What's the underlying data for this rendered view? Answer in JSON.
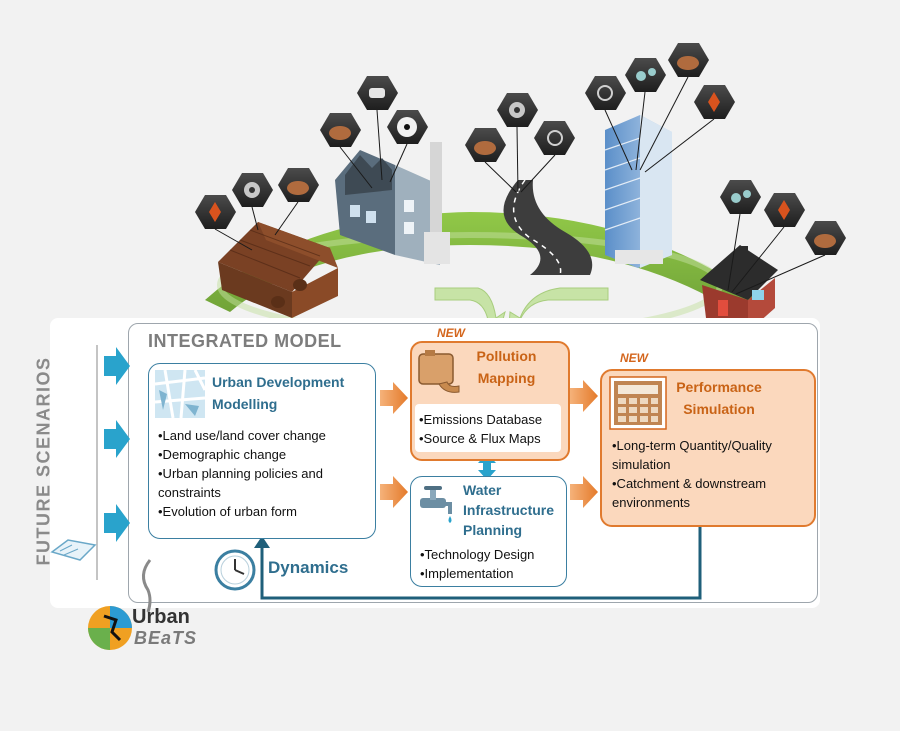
{
  "header": {
    "title": "INTEGRATED MODEL"
  },
  "side": {
    "label": "FUTURE SCENARIOS"
  },
  "tags": {
    "new_pollution": "NEW",
    "new_performance": "NEW"
  },
  "urban_dev": {
    "title_line1": "Urban Development",
    "title_line2": "Modelling",
    "bullets": [
      "•Land use/land cover change",
      "•Demographic change",
      "•Urban planning policies and",
      "constraints",
      "•Evolution of urban form"
    ]
  },
  "pollution": {
    "title_line1": "Pollution",
    "title_line2": "Mapping",
    "bullets": [
      "•Emissions Database",
      "•Source & Flux Maps"
    ]
  },
  "water": {
    "title_line1": "Water",
    "title_line2": "Infrastructure",
    "title_line3": "Planning",
    "bullets": [
      "•Technology Design",
      "•Implementation"
    ]
  },
  "performance": {
    "title_line1": "Performance",
    "title_line2": "Simulation",
    "bullets": [
      "•Long-term Quantity/Quality",
      "simulation",
      "•Catchment & downstream",
      "environments"
    ]
  },
  "dynamics": {
    "label": "Dynamics"
  },
  "logo": {
    "line1": "Urban",
    "line2": "BEaTS"
  },
  "colors": {
    "orange": "#e07a2e",
    "orange_fill": "#fbd8bd",
    "blue": "#2f6e8e",
    "arrow_blue": "#29a3cc",
    "green": "#7dbb3a",
    "gray_text": "#7d7d7d"
  },
  "icons": [
    "leaf-icon",
    "gear-icon",
    "poop-icon",
    "hand-icon",
    "radiation-icon",
    "molecule-icon",
    "bubbles-icon",
    "clock-icon",
    "faucet-icon",
    "calculator-icon",
    "map-icon",
    "tank-icon",
    "book-icon"
  ]
}
